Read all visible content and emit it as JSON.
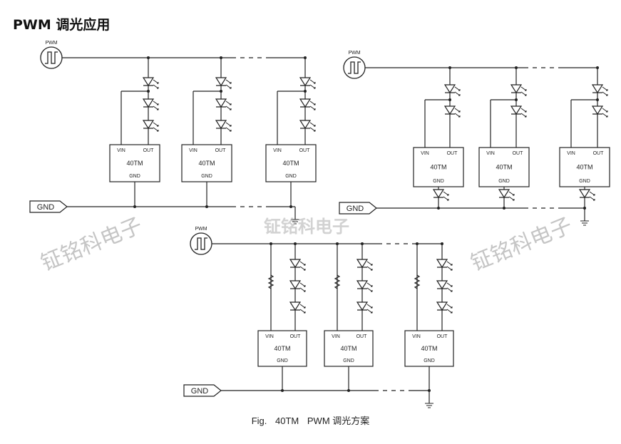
{
  "title": "PWM 调光应用",
  "labels": {
    "pwm": "PWM",
    "gnd": "GND",
    "vin": "VIN",
    "out": "OUT",
    "chip": "40TM",
    "chip_gnd": "GND"
  },
  "caption": {
    "fig": "Fig.",
    "chip": "40TM",
    "text": "PWM 调光方案"
  },
  "watermark": "钲铭科电子",
  "colors": {
    "line": "#222222",
    "watermark": "#999999"
  }
}
